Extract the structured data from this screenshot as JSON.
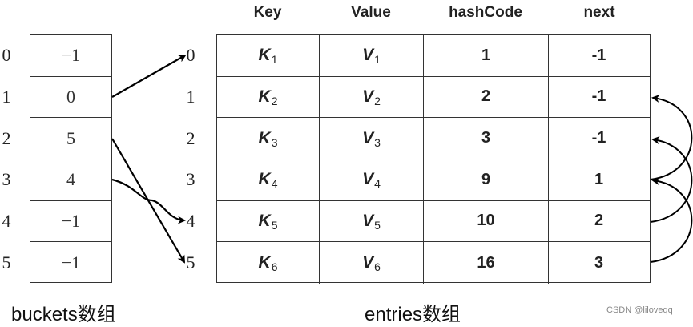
{
  "buckets": {
    "caption": "buckets数组",
    "indices": [
      "0",
      "1",
      "2",
      "3",
      "4",
      "5"
    ],
    "values": [
      "−1",
      "0",
      "5",
      "4",
      "−1",
      "−1"
    ]
  },
  "entries": {
    "caption": "entries数组",
    "indices": [
      "0",
      "1",
      "2",
      "3",
      "4",
      "5"
    ],
    "headers": [
      "Key",
      "Value",
      "hashCode",
      "next"
    ],
    "rows": [
      {
        "key": "K",
        "key_sub": "1",
        "value": "V",
        "value_sub": "1",
        "hashCode": "1",
        "next": "-1"
      },
      {
        "key": "K",
        "key_sub": "2",
        "value": "V",
        "value_sub": "2",
        "hashCode": "2",
        "next": "-1"
      },
      {
        "key": "K",
        "key_sub": "3",
        "value": "V",
        "value_sub": "3",
        "hashCode": "3",
        "next": "-1"
      },
      {
        "key": "K",
        "key_sub": "4",
        "value": "V",
        "value_sub": "4",
        "hashCode": "9",
        "next": "1"
      },
      {
        "key": "K",
        "key_sub": "5",
        "value": "V",
        "value_sub": "5",
        "hashCode": "10",
        "next": "2"
      },
      {
        "key": "K",
        "key_sub": "6",
        "value": "V",
        "value_sub": "6",
        "hashCode": "16",
        "next": "3"
      }
    ]
  },
  "arrows": {
    "bucket_to_entry": [
      {
        "from_bucket": 1,
        "to_entry": 0
      },
      {
        "from_bucket": 2,
        "to_entry": 5
      },
      {
        "from_bucket": 3,
        "to_entry": 4
      }
    ],
    "next_links": [
      {
        "from_entry": 3,
        "to_entry": 1
      },
      {
        "from_entry": 4,
        "to_entry": 2
      },
      {
        "from_entry": 5,
        "to_entry": 3
      }
    ]
  },
  "watermark": "CSDN @liloveqq"
}
